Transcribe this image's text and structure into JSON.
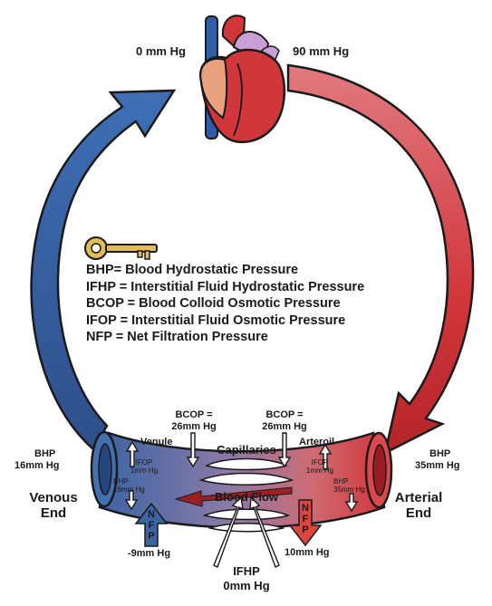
{
  "heart": {
    "left_pressure": "0 mm Hg",
    "right_pressure": "90 mm Hg"
  },
  "key": {
    "icon": "key-icon",
    "lines": [
      "BHP= Blood Hydrostatic Pressure",
      "IFHP = Interstitial Fluid Hydrostatic Pressure",
      "BCOP = Blood Colloid Osmotic Pressure",
      "IFOP = Interstitial Fluid Osmotic Pressure",
      "NFP = Net Filtration Pressure"
    ]
  },
  "venous": {
    "bhp_label": "BHP",
    "bhp_value": "16mm Hg",
    "end_line1": "Venous",
    "end_line2": "End",
    "venule_label": "Venule",
    "ifop_label": "IFOP",
    "ifop_value": "1mm Hg",
    "inner_bhp_label": "BHP",
    "inner_bhp_value": "16mm Hg",
    "nfp_letters": [
      "N",
      "F",
      "P"
    ],
    "nfp_value": "-9mm Hg"
  },
  "arterial": {
    "bhp_label": "BHP",
    "bhp_value": "35mm Hg",
    "end_line1": "Arterial",
    "end_line2": "End",
    "arteriole_label": "Arteroil",
    "ifop_label": "IFOP",
    "ifop_value": "1mm Hg",
    "inner_bhp_label": "BHP",
    "inner_bhp_value": "35mm Hg",
    "nfp_letters": [
      "N",
      "F",
      "P"
    ],
    "nfp_value": "10mm Hg"
  },
  "capillaries": {
    "label": "Capillaries",
    "flow_label": "Blood Flow",
    "bcop_left_label": "BCOP =",
    "bcop_left_value": "26mm Hg",
    "bcop_right_label": "BCOP =",
    "bcop_right_value": "26mm Hg",
    "ifhp_label": "IFHP",
    "ifhp_value": "0mm Hg"
  },
  "colors": {
    "venous_blue": "#3b64a3",
    "arterial_red": "#d1363a",
    "outline": "#1a1a1a",
    "key_gold": "#e2bd55"
  }
}
